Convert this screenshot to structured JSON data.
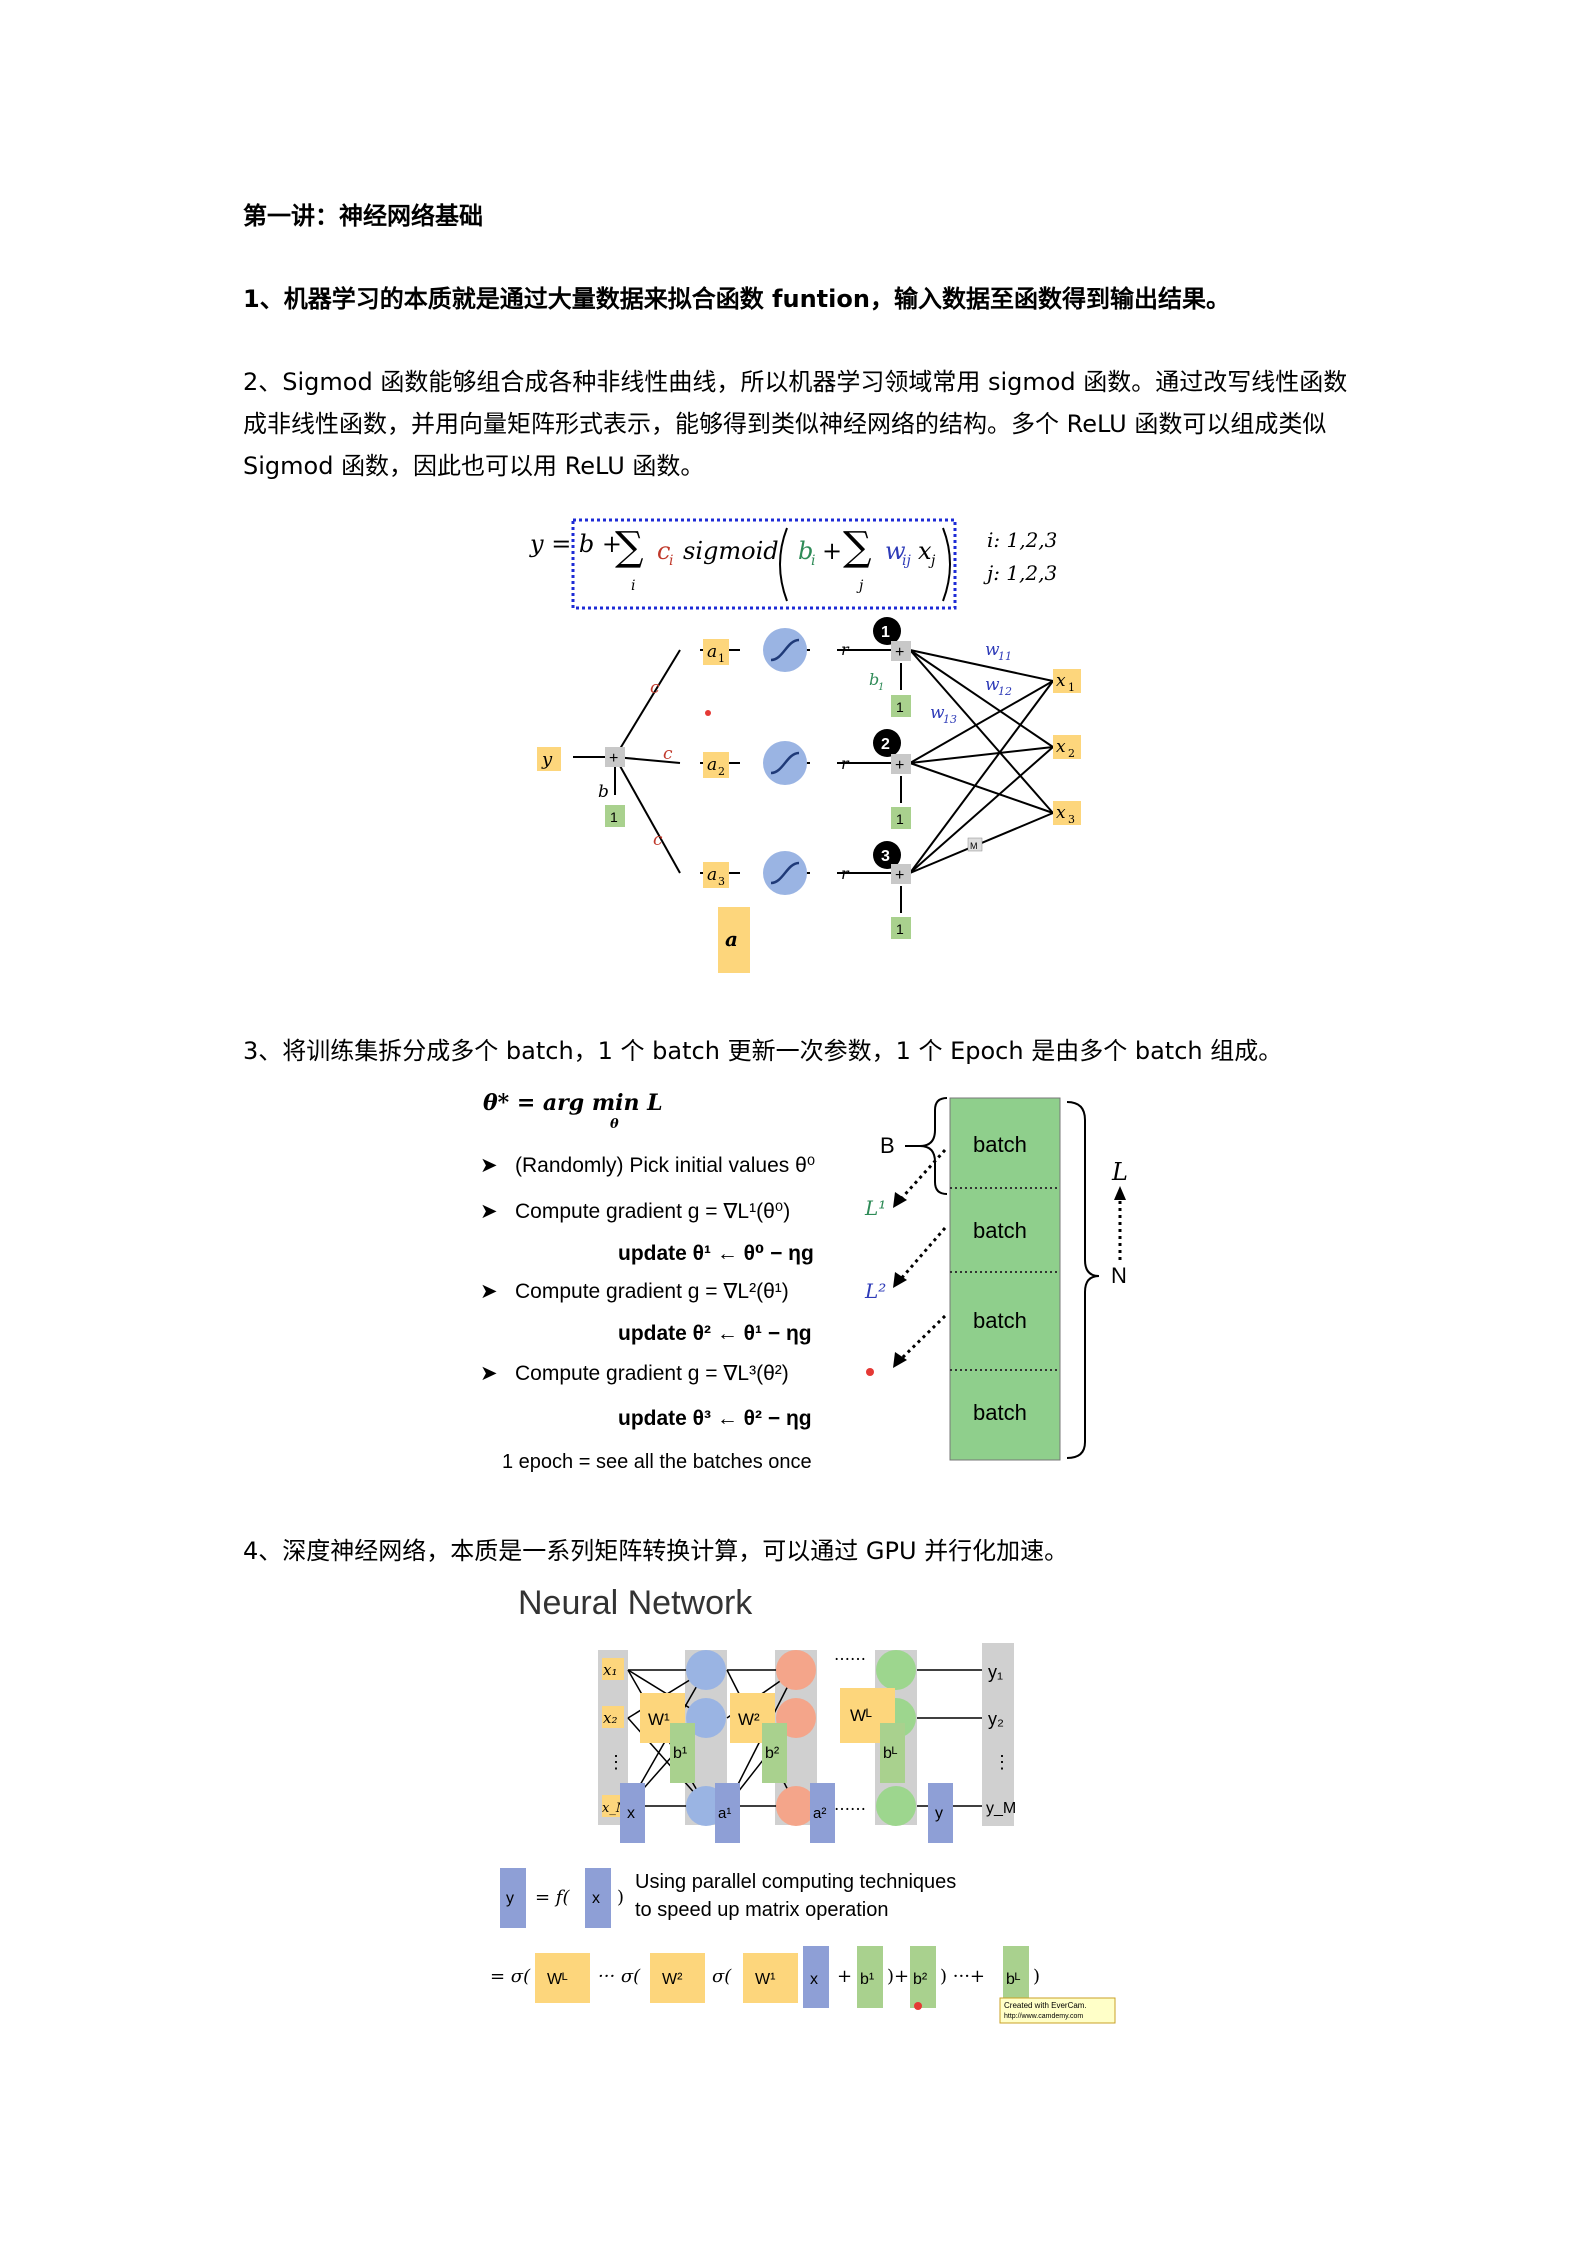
{
  "doc": {
    "heading": "第一讲：神经网络基础",
    "p1": "1、机器学习的本质就是通过大量数据来拟合函数 funtion，输入数据至函数得到输出结果。",
    "p2": "2、Sigmod 函数能够组合成各种非线性曲线，所以机器学习领域常用 sigmod 函数。通过改写线性函数成非线性函数，并用向量矩阵形式表示，能够得到类似神经网络的结构。多个 ReLU 函数可以组成类似 Sigmod 函数，因此也可以用 ReLU 函数。",
    "p3": "3、将训练集拆分成多个 batch，1 个 batch 更新一次参数，1 个 Epoch 是由多个 batch 组成。",
    "p4": "4、深度神经网络，本质是一系列矩阵转换计算，可以通过 GPU 并行化加速。"
  },
  "fig1": {
    "eq_y": "y = b +",
    "eq_sum": "∑",
    "eq_i": "i",
    "eq_ci": "c",
    "eq_ci_sub": "i",
    "eq_sigmoid": "sigmoid",
    "eq_bi": "b",
    "eq_bi_sub": "i",
    "eq_plus": "+",
    "eq_j": "j",
    "eq_w": "w",
    "eq_w_sub": "ij",
    "eq_x": "x",
    "eq_x_sub": "j",
    "range_i": "i: 1,2,3",
    "range_j": "j: 1,2,3",
    "a_labels": [
      "a",
      "a",
      "a"
    ],
    "a_subs": [
      "1",
      "2",
      "3"
    ],
    "c_labels": [
      "c",
      "c",
      "c"
    ],
    "r_labels": [
      "r",
      "r",
      "r"
    ],
    "node_numbers": [
      "1",
      "2",
      "3"
    ],
    "x_labels": [
      "x",
      "x",
      "x"
    ],
    "w11": "w",
    "w11_sub": "11",
    "w12": "w",
    "w12_sub": "12",
    "w13": "w",
    "w13_sub": "13",
    "b1": "b",
    "b1_sub": "1",
    "b": "b",
    "y": "y",
    "one": "1",
    "plus": "+",
    "big_a": "a",
    "mini": "M"
  },
  "fig2": {
    "theta_eq": "θ* = arg min L",
    "theta_sub": "θ",
    "pick": "(Randomly) Pick initial values θ⁰",
    "grad1": "Compute gradient g = ∇L¹(θ⁰)",
    "upd1": "update  θ¹ ← θ⁰ − ηg",
    "grad2": "Compute gradient g = ∇L²(θ¹)",
    "upd2": "update  θ² ← θ¹ − ηg",
    "grad3": "Compute gradient g = ∇L³(θ²)",
    "upd3": "update  θ³ ← θ² − ηg",
    "epoch": "1 epoch = see all the batches once",
    "L1": "L¹",
    "L2": "L²",
    "batch_label": "batch",
    "B": "B",
    "N": "N",
    "L": "L"
  },
  "fig3": {
    "title": "Neural Network",
    "x_top": "x₁",
    "x_mid": "x₂",
    "x_bot": "x_N",
    "W1": "W¹",
    "W2": "W²",
    "WL": "Wᴸ",
    "b1": "b¹",
    "b2": "b²",
    "bL": "bᴸ",
    "x": "x",
    "a1": "a¹",
    "a2": "a²",
    "y": "y",
    "dots": "……",
    "y1": "y₁",
    "y2": "y₂",
    "yM": "y_M",
    "eq1": "= f(",
    "caption1": "Using parallel computing techniques",
    "caption2": "to speed up matrix operation",
    "sigma": "= σ(",
    "sigma2": "··· σ(",
    "sigma3": "σ(",
    "plus": "+",
    "close1": ")+",
    "close2": ")  ···+",
    "close3": ")",
    "stamp1": "Created with EverCam.",
    "stamp2": "http://www.camdemy.com"
  },
  "colors": {
    "yellow": "#fdd67c",
    "green": "#a9d18e",
    "blue": "#8e9fd6",
    "batch_green": "#8fcf8c",
    "circle_blue": "#9ab4e3",
    "circle_red": "#f4a58a",
    "circle_green": "#9dd68e",
    "red_label": "#c0392b",
    "blue_label": "#2e3bb8",
    "dotted_box": "#1d2bd6"
  }
}
